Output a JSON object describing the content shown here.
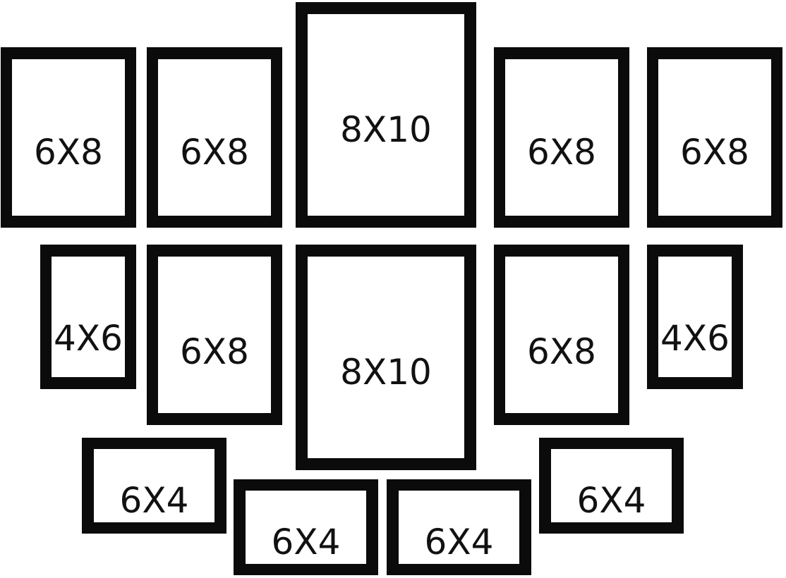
{
  "colors": {
    "background": "#ffffff",
    "frame": "#0b0b0b",
    "text": "#111111"
  },
  "frames": {
    "row1": [
      "6X8",
      "6X8",
      "8X10",
      "6X8",
      "6X8"
    ],
    "row2": [
      "4X6",
      "6X8",
      "8X10",
      "6X8",
      "4X6"
    ],
    "row3": [
      "6X4",
      "6X4",
      "6X4",
      "6X4"
    ]
  }
}
